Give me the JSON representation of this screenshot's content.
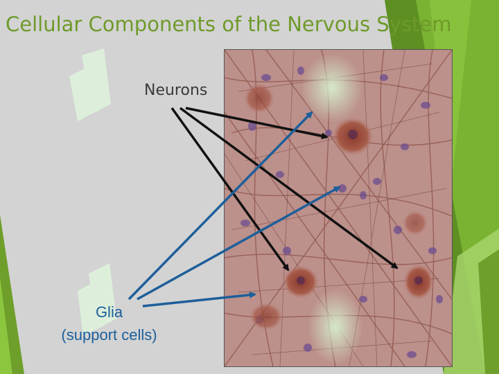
{
  "slide": {
    "title": "Cellular Components of the Nervous System",
    "labels": {
      "neurons": "Neurons",
      "glia_line1": "Glia",
      "glia_line2": "(support cells)"
    }
  },
  "colors": {
    "background": "#d3d3d3",
    "title": "#6f9a2a",
    "accent_green": "#6e9f2b",
    "neuron_arrow": "#111111",
    "glia_arrow": "#1d5f9a",
    "glia_text": "#1d5f9a"
  }
}
